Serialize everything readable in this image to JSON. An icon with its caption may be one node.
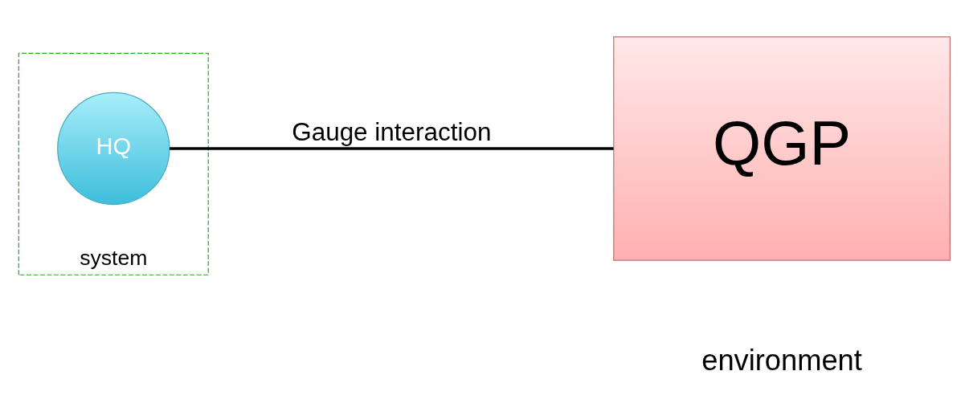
{
  "diagram": {
    "nodes": [
      {
        "text": [
          "system"
        ]
      },
      {
        "text": [
          "HQ"
        ],
        "in": 0
      },
      {
        "text": [
          "QGP"
        ],
        "beside": [
          "environment"
        ]
      }
    ],
    "edges": [
      {
        "from": 1,
        "to": 2,
        "arrow": "none",
        "label": "Gauge interaction"
      }
    ]
  }
}
